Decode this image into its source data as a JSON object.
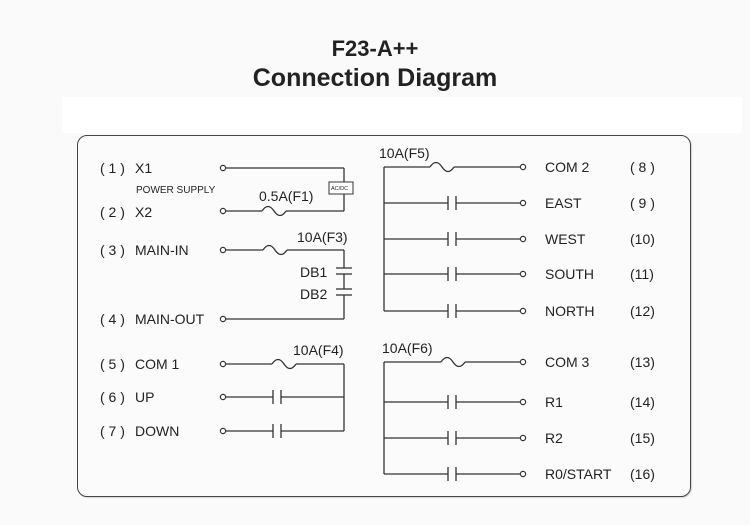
{
  "title": {
    "model": "F23-A++",
    "subtitle": "Connection Diagram"
  },
  "left_terminals": [
    {
      "num": "( 1 )",
      "name": "X1"
    },
    {
      "num": "( 2 )",
      "name": "X2"
    },
    {
      "num": "( 3 )",
      "name": "MAIN-IN"
    },
    {
      "num": "( 4 )",
      "name": "MAIN-OUT"
    },
    {
      "num": "( 5 )",
      "name": "COM 1"
    },
    {
      "num": "( 6 )",
      "name": "UP"
    },
    {
      "num": "( 7 )",
      "name": "DOWN"
    }
  ],
  "right_terminals": [
    {
      "num": "( 8 )",
      "name": "COM 2"
    },
    {
      "num": "( 9 )",
      "name": "EAST"
    },
    {
      "num": "(10)",
      "name": "WEST"
    },
    {
      "num": "(11)",
      "name": "SOUTH"
    },
    {
      "num": "(12)",
      "name": "NORTH"
    },
    {
      "num": "(13)",
      "name": "COM 3"
    },
    {
      "num": "(14)",
      "name": "R1"
    },
    {
      "num": "(15)",
      "name": "R2"
    },
    {
      "num": "(16)",
      "name": "R0/START"
    }
  ],
  "labels": {
    "power_supply": "POWER SUPPLY",
    "acdc": "AC/DC",
    "db1": "DB1",
    "db2": "DB2"
  },
  "fuses": {
    "f1": "0.5A(F1)",
    "f3": "10A(F3)",
    "f4": "10A(F4)",
    "f5": "10A(F5)",
    "f6": "10A(F6)"
  }
}
